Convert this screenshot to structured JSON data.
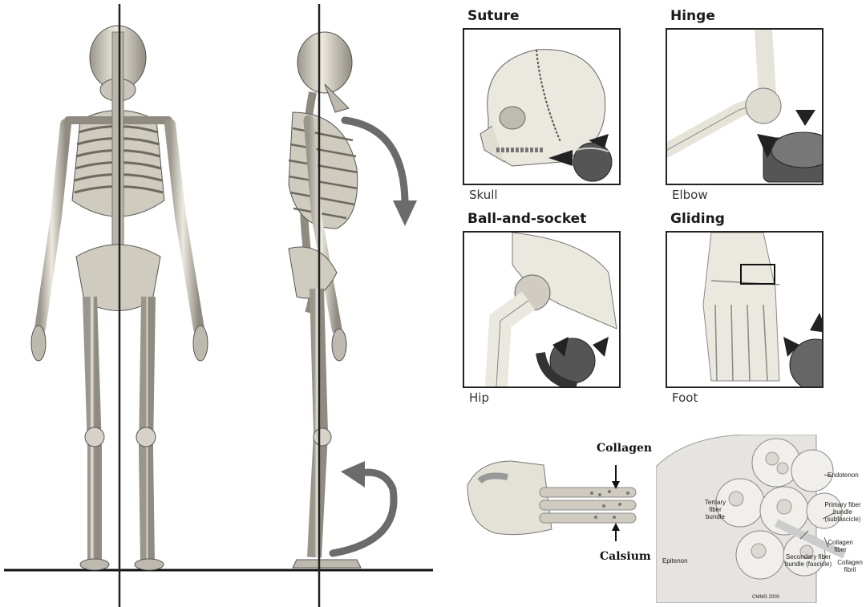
{
  "joints": [
    {
      "title": "Suture",
      "label": "Skull"
    },
    {
      "title": "Hinge",
      "label": "Elbow"
    },
    {
      "title": "Ball-and-socket",
      "label": "Hip"
    },
    {
      "title": "Gliding",
      "label": "Foot"
    }
  ],
  "bone_diagram": {
    "top_label": "Collagen",
    "bottom_label": "Calsium"
  },
  "tendon_diagram": {
    "labels": {
      "endotenon": "Endotenon",
      "tertiary": "Tertiary fiber bundle",
      "primary": "Primary fiber bundle (subfascicle)",
      "collagen_fiber": "Collagen fiber",
      "epitenon": "Epitenon",
      "secondary": "Secondary fiber bundle (fascicle)",
      "collagen_fibril": "Collagen fibril",
      "copyright": "CMMG 2000"
    }
  },
  "colors": {
    "bone": "#d9d6cc",
    "bone_shadow": "#8f8b80",
    "line": "#222222",
    "arrow": "#6b6b6b"
  }
}
